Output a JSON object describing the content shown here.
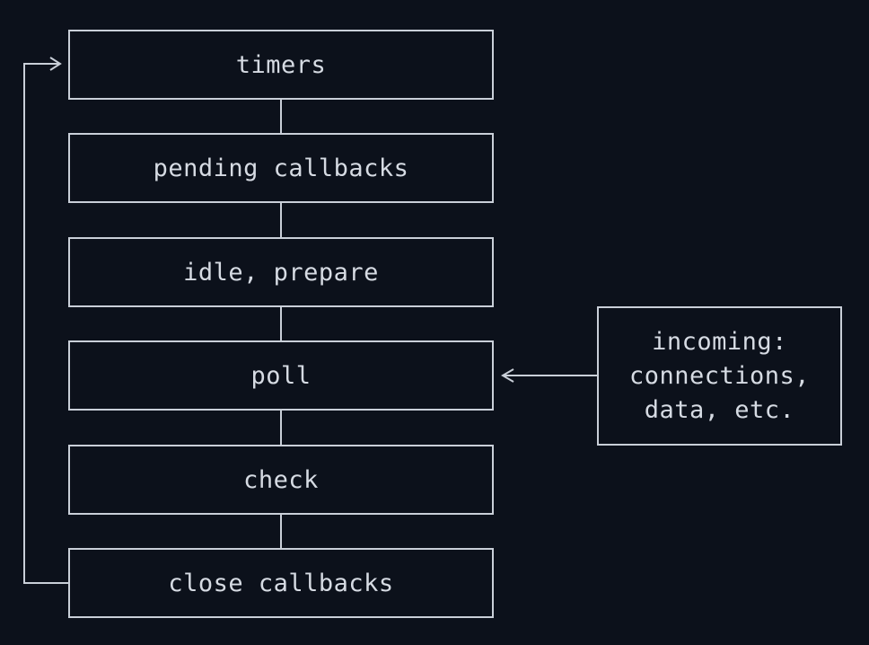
{
  "phases": [
    {
      "label": "timers"
    },
    {
      "label": "pending callbacks"
    },
    {
      "label": "idle, prepare"
    },
    {
      "label": "poll"
    },
    {
      "label": "check"
    },
    {
      "label": "close callbacks"
    }
  ],
  "incoming": {
    "lines": [
      "incoming:",
      "connections,",
      "data, etc."
    ]
  },
  "colors": {
    "background": "#0c111b",
    "line": "#c9cfd8",
    "text": "#d6dbe3"
  }
}
